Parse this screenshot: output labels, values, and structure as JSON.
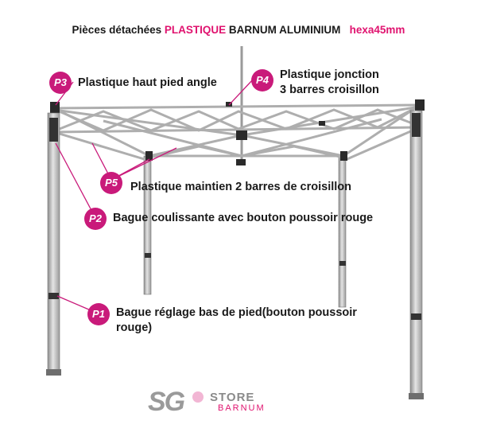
{
  "title": {
    "prefix": "Pièces détachées ",
    "highlight": "PLASTIQUE",
    "middle": " BARNUM ALUMINIUM",
    "spec": "hexa45mm"
  },
  "parts": [
    {
      "id": "P3",
      "label": "Plastique haut pied angle"
    },
    {
      "id": "P4",
      "label": "Plastique jonction",
      "label2": "3 barres croisillon"
    },
    {
      "id": "P5",
      "label": "Plastique maintien  2 barres de   croisillon"
    },
    {
      "id": "P2",
      "label": "Bague coulissante avec bouton poussoir rouge"
    },
    {
      "id": "P1",
      "label": "Bague réglage bas de pied(bouton poussoir",
      "label2": "rouge)"
    }
  ],
  "logo": {
    "mark": "SG",
    "store": "STORE",
    "sub": "BARNUM"
  },
  "colors": {
    "accent": "#e0136f",
    "badge": "#c91a7a",
    "frame": "#b8b8b8"
  }
}
